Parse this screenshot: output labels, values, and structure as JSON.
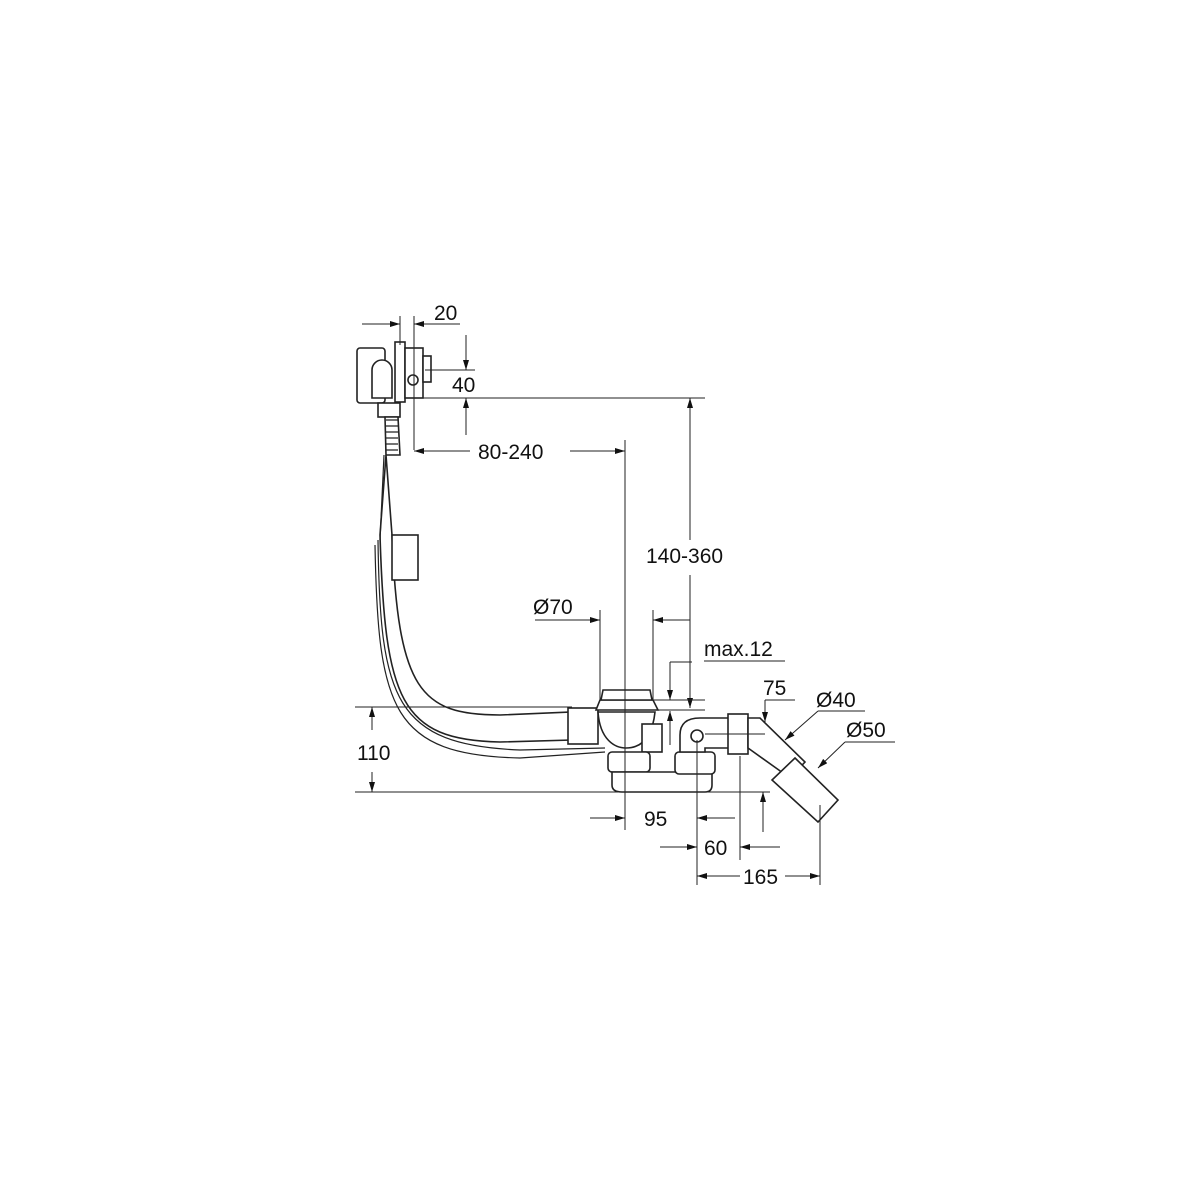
{
  "drawing": {
    "title": "Bath waste and overflow set dimensional drawing",
    "dimensions": {
      "overflow_depth": "20",
      "overflow_height": "40",
      "horizontal_range": "80-240",
      "vertical_range": "140-360",
      "drain_diameter": "Ø70",
      "max_thickness": "max.12",
      "outlet_offset": "75",
      "outlet_diameter_small": "Ø40",
      "outlet_diameter_large": "Ø50",
      "trap_height": "110",
      "drain_to_trap": "95",
      "trap_to_outlet": "60",
      "outlet_length": "165"
    },
    "colors": {
      "line": "#222222",
      "background": "#ffffff"
    }
  }
}
